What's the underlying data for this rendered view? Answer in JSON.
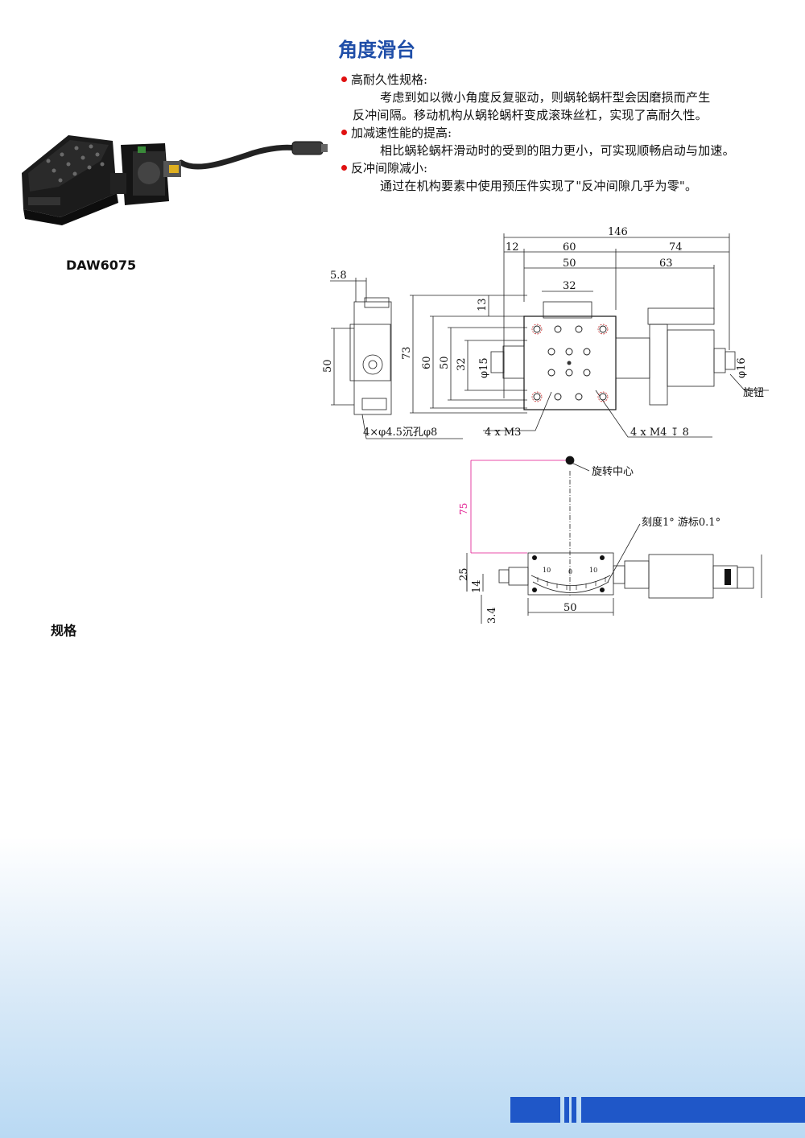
{
  "header": {
    "title": "角度滑台"
  },
  "features": [
    {
      "heading": "高耐久性规格:",
      "lines": [
        "考虑到如以微小角度反复驱动，则蜗轮蜗杆型会因磨损而产生",
        "反冲间隔。移动机构从蜗轮蜗杆变成滚珠丝杠，实现了高耐久性。"
      ]
    },
    {
      "heading": "加减速性能的提高:",
      "lines": [
        "相比蜗轮蜗杆滑动时的受到的阻力更小，可实现顺畅启动与加速。"
      ]
    },
    {
      "heading": "反冲间隙减小:",
      "lines": [
        "通过在机构要素中使用预压件实现了\"反冲间隙几乎为零\"。"
      ]
    }
  ],
  "product": {
    "model": "DAW6075",
    "spec_heading": "规格"
  },
  "drawing_top": {
    "dims": [
      "146",
      "12",
      "60",
      "74",
      "50",
      "63",
      "32",
      "5.8",
      "13",
      "50",
      "73",
      "60",
      "50",
      "32",
      "φ15",
      "φ16"
    ],
    "notes": {
      "knob": "旋钮",
      "holes": "4×φ4.5沉孔φ8",
      "m3": "4 x  M3",
      "m4": "4 x  M4  ↧ 8"
    }
  },
  "drawing_side": {
    "center_label": "旋转中心",
    "scale_note": "刻度1°  游标0.1°",
    "dims": [
      "75",
      "25",
      "14",
      "3.4",
      "50"
    ],
    "scale_ticks": [
      "10",
      "0",
      "10"
    ]
  },
  "colors": {
    "title": "#1f4ea8",
    "bullet": "#e01010",
    "band": "#1f57c8",
    "guide": "#e0138c"
  }
}
